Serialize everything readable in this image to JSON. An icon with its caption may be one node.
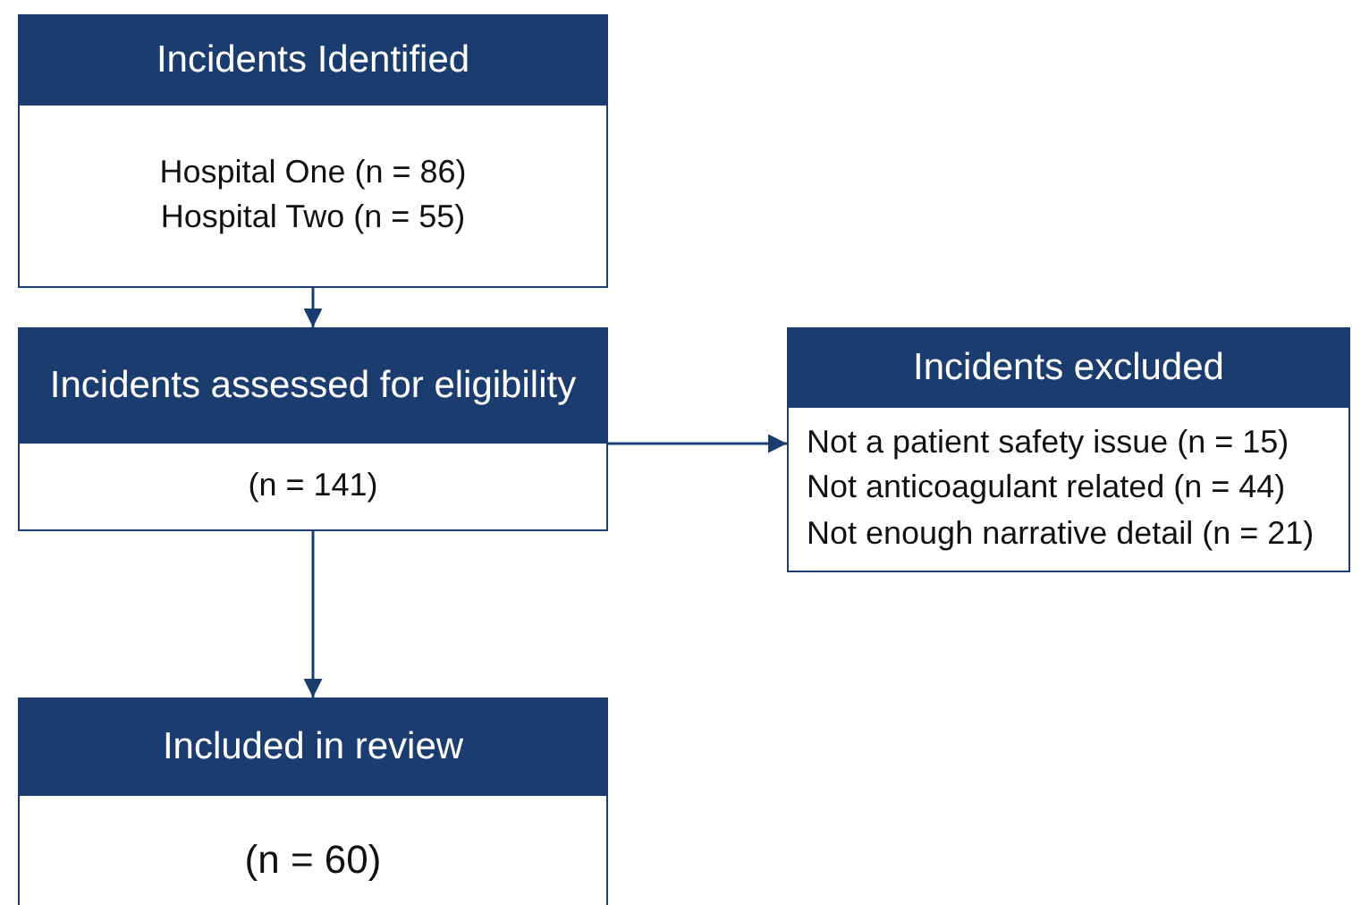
{
  "diagram": {
    "nodes": [
      {
        "text": [
          "Incidents Identified",
          "Hospital One (n = 86)",
          "Hospital Two (n = 55)"
        ]
      },
      {
        "text": [
          "Incidents assessed for eligibility",
          "(n = 141)"
        ]
      },
      {
        "text": [
          "Included in review",
          "(n = 60)"
        ]
      },
      {
        "text": [
          "Incidents excluded",
          "Not a patient safety issue (n = 15)",
          "Not anticoagulant related (n = 44)",
          "Not enough narrative detail (n = 21)"
        ]
      }
    ],
    "edges": [
      {
        "from": 0,
        "to": 1,
        "arrow": "to"
      },
      {
        "from": 1,
        "to": 2,
        "arrow": "to"
      },
      {
        "from": 1,
        "to": 3,
        "arrow": "to"
      }
    ]
  }
}
